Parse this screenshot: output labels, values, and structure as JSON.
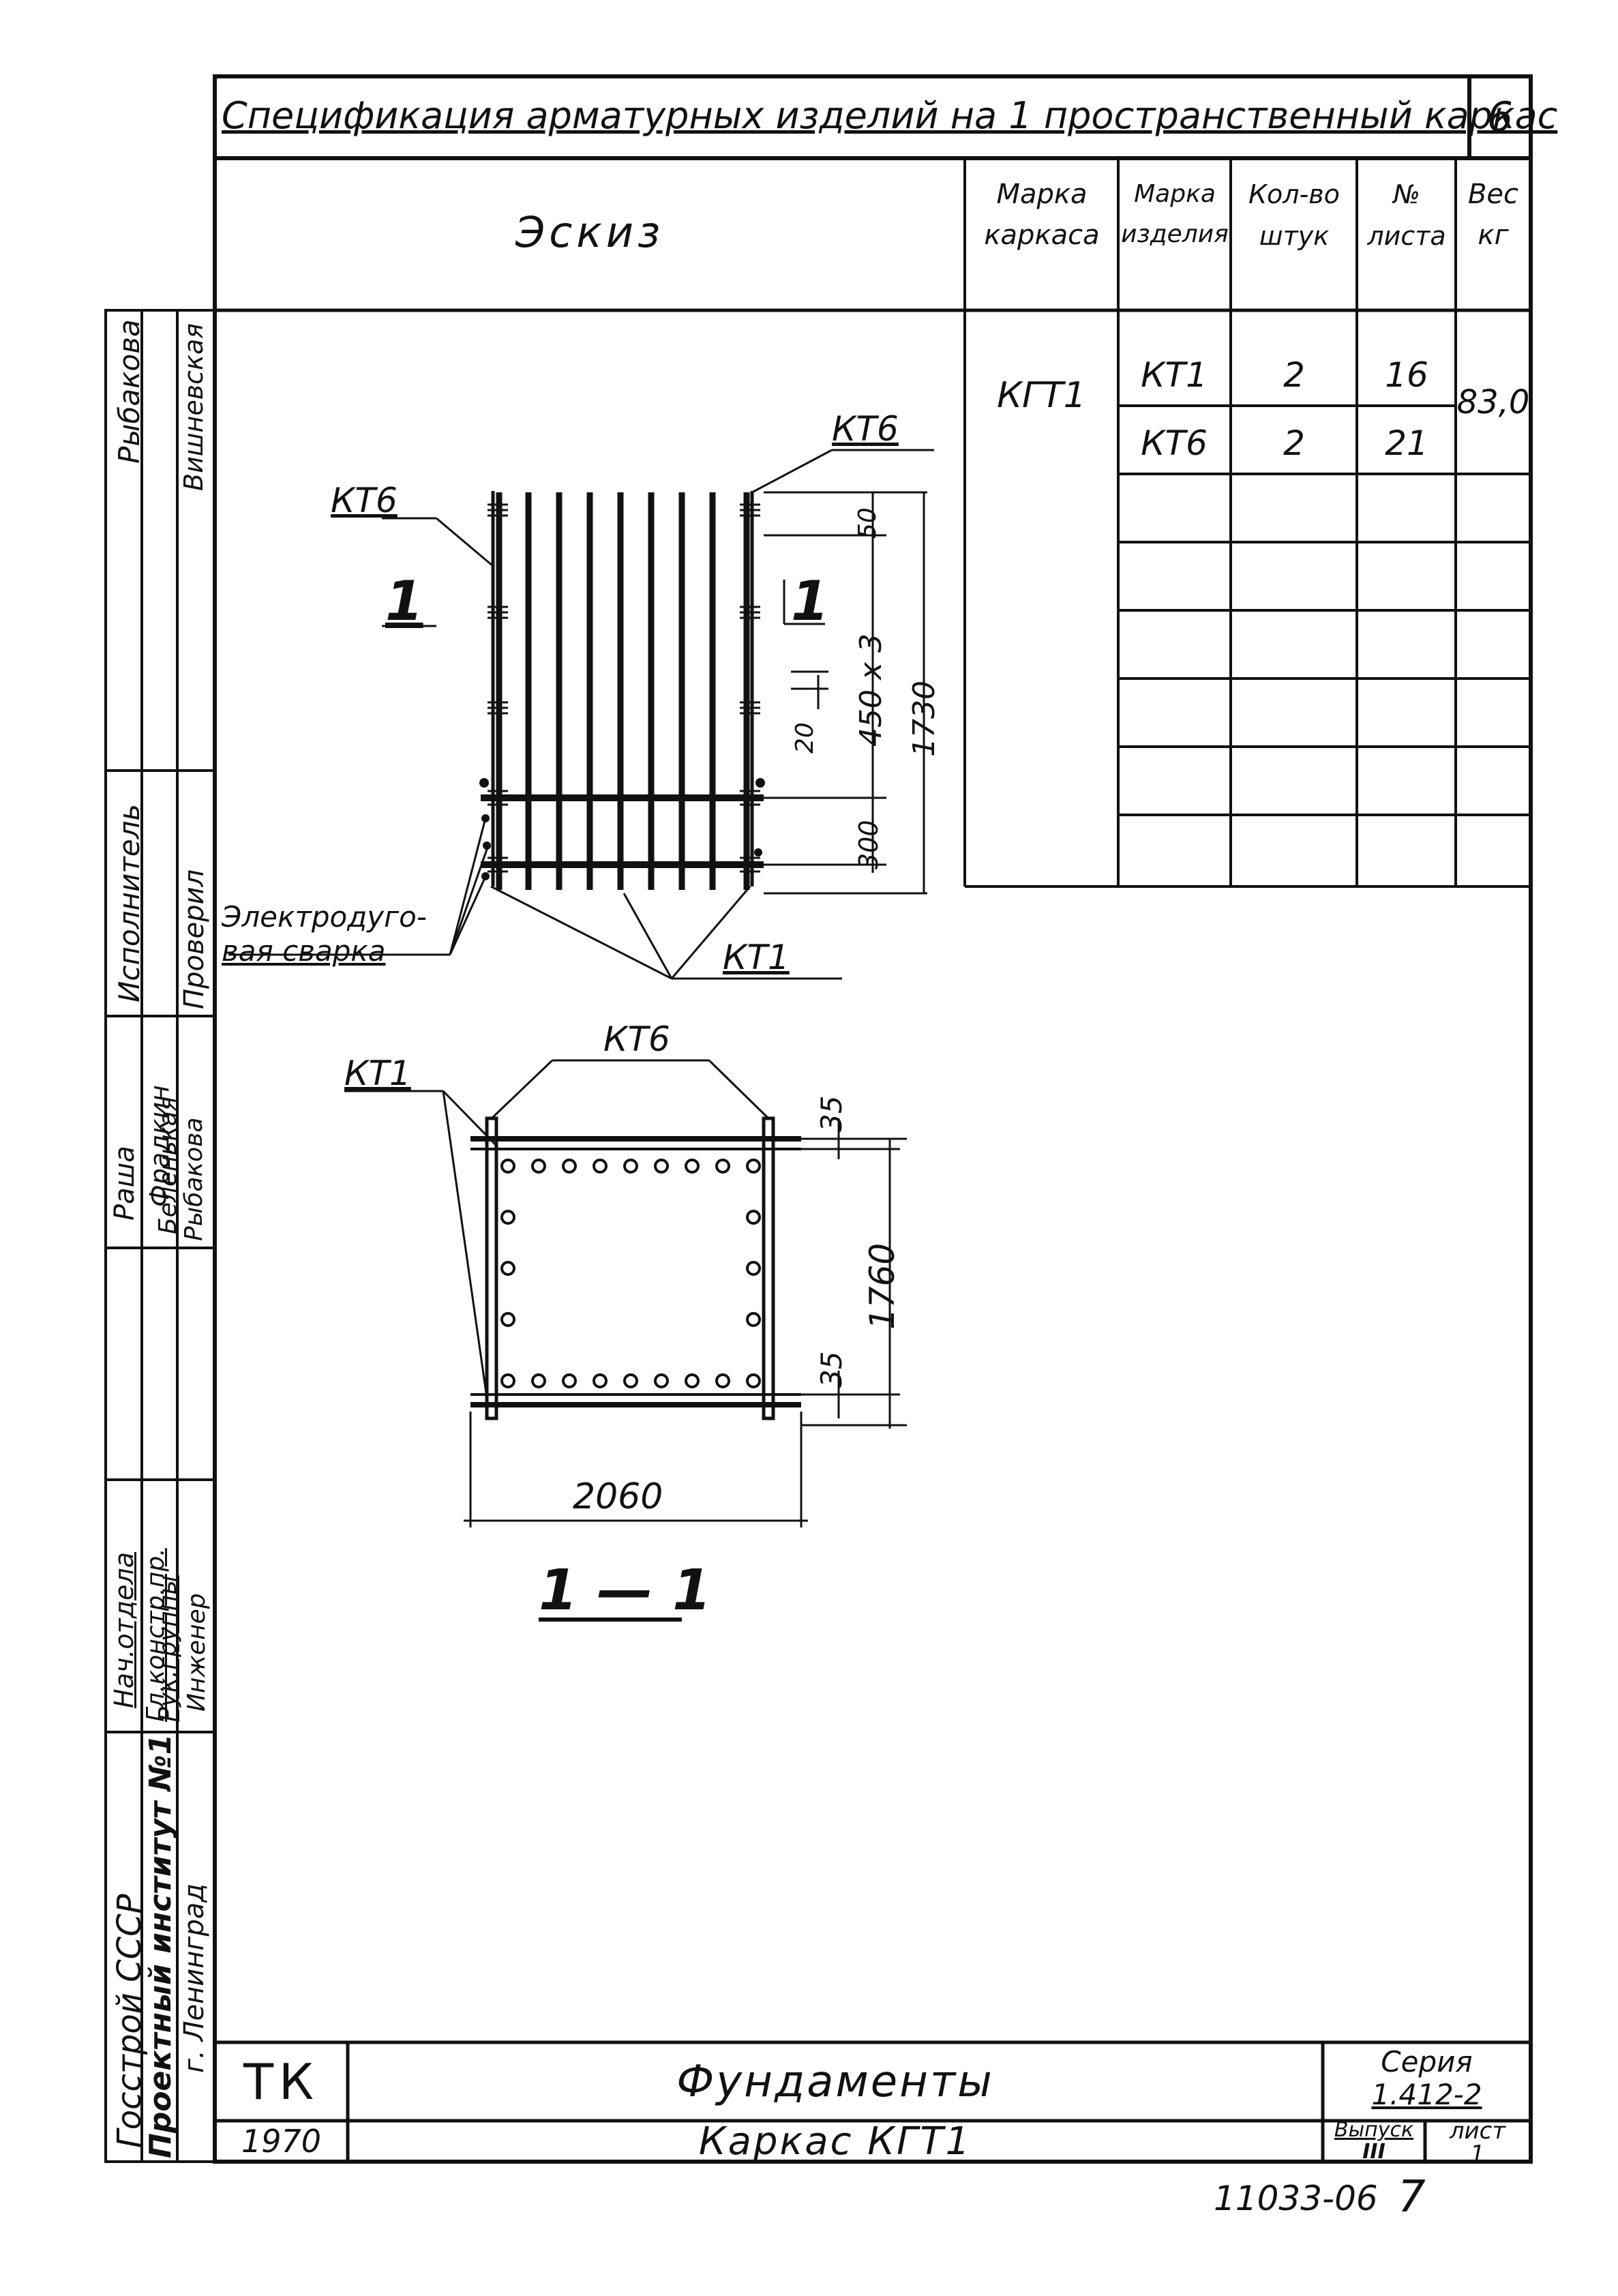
{
  "sheet": {
    "title": "Спецификация арматурных изделий на 1 пространственный каркас",
    "title_page_no": "6",
    "sketch_header": "Эскиз"
  },
  "spec_table": {
    "headers": [
      {
        "line1": "Марка",
        "line2": "каркаса"
      },
      {
        "line1": "Марка",
        "line2": "изделия"
      },
      {
        "line1": "Кол-во",
        "line2": "штук"
      },
      {
        "line1": "№",
        "line2": "листа"
      },
      {
        "line1": "Вес",
        "line2": "кг"
      }
    ],
    "frame_mark": "КГТ1",
    "weight": "83,0",
    "rows": [
      {
        "item": "КТ1",
        "qty": "2",
        "sheet": "16"
      },
      {
        "item": "КТ6",
        "qty": "2",
        "sheet": "21"
      }
    ]
  },
  "elevation": {
    "label_kt6_left": "КТ6",
    "label_kt6_right": "КТ6",
    "label_kt1": "КТ1",
    "section_mark_left": "1",
    "section_mark_right": "1",
    "weld_label_line1": "Электродуго-",
    "weld_label_line2": "вая сварка",
    "dim_50": "50",
    "dim_450x3": "450 x 3",
    "dim_20": "20",
    "dim_300": "300",
    "dim_1730": "1730"
  },
  "section": {
    "label_kt1": "КТ1",
    "label_kt6": "КТ6",
    "dim_35_top": "35",
    "dim_35_bottom": "35",
    "dim_1760": "1760",
    "dim_2060": "2060",
    "section_title": "1 — 1"
  },
  "side_stamp": {
    "col1": [
      "Рыбакова",
      "",
      "Исполнитель",
      "",
      "Раша",
      "",
      "Нач.отдела",
      "Госстрой СССР"
    ],
    "col2": [
      "Вишневская",
      "",
      "Проверил",
      "Фрадкин",
      "",
      "Гл.констр.пр.",
      "Проектный институт №1"
    ],
    "col3": [
      "Беленькая",
      "",
      "Рук.группы",
      "г. Ленинград"
    ],
    "col4": [
      "Рыбакова",
      "",
      "Инженер"
    ]
  },
  "bottom_stamp": {
    "code": "ТК",
    "title": "Фундаменты",
    "series_label": "Серия",
    "series_value": "1.412-2",
    "year": "1970",
    "subtitle": "Каркас КГТ1",
    "issue_label": "Выпуск",
    "issue_value": "III",
    "sheet_label": "лист",
    "sheet_value": "1"
  },
  "footer": {
    "doc_code": "11033-06",
    "page_no": "7"
  }
}
